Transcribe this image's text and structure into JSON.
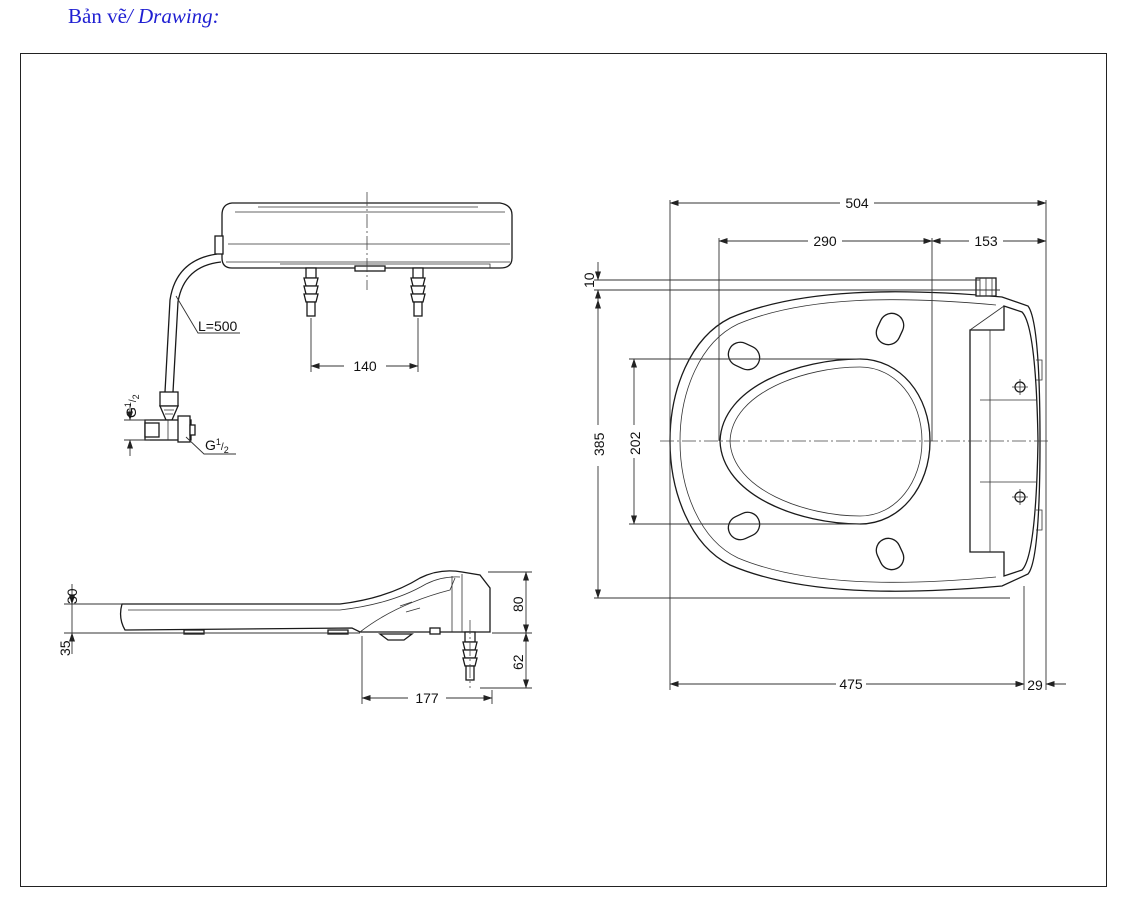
{
  "heading": {
    "title_vn": "Bản vẽ",
    "separator": "/ ",
    "title_en": "Drawing:"
  },
  "colors": {
    "heading": "#1f1fd2",
    "lines": "#1a1a1a"
  },
  "top_view": {
    "hose_label": "L=500",
    "spacing": "140",
    "thread_1": "G",
    "thread_1_frac_num": "1",
    "thread_1_frac_den": "2",
    "thread_2": "G",
    "thread_2_frac_num": "1",
    "thread_2_frac_den": "2"
  },
  "side_view": {
    "d30": "30",
    "d35": "35",
    "d80": "80",
    "d62": "62",
    "d177": "177"
  },
  "plan_view": {
    "d504": "504",
    "d290": "290",
    "d153": "153",
    "d10": "10",
    "d385": "385",
    "d202": "202",
    "d475": "475",
    "d29": "29"
  }
}
